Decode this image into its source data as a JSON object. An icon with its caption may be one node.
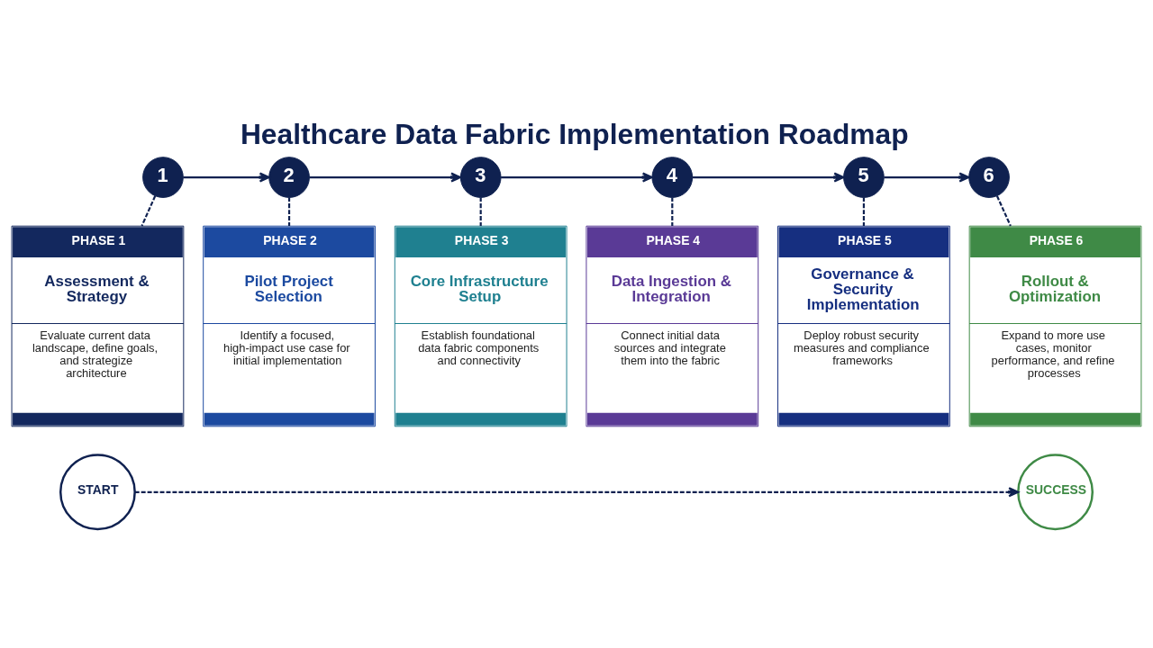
{
  "diagram": {
    "title": "Healthcare Data Fabric Implementation Roadmap",
    "nodes": [
      {
        "text": [
          "1"
        ]
      },
      {
        "text": [
          "2"
        ]
      },
      {
        "text": [
          "3"
        ]
      },
      {
        "text": [
          "4"
        ]
      },
      {
        "text": [
          "5"
        ]
      },
      {
        "text": [
          "6"
        ]
      },
      {
        "text": [
          "PHASE 1",
          "Assessment & Strategy",
          "Evaluate current data landscape, define goals, and strategize architecture"
        ]
      },
      {
        "text": [
          "PHASE 2",
          "Pilot Project Selection",
          "Identify a focused, high-impact use case for initial implementation"
        ]
      },
      {
        "text": [
          "PHASE 3",
          "Core Infrastructure Setup",
          "Establish foundational data fabric components and connectivity"
        ]
      },
      {
        "text": [
          "PHASE 4",
          "Data Ingestion & Integration",
          "Connect initial data sources and integrate them into the fabric"
        ]
      },
      {
        "text": [
          "PHASE 5",
          "Governance & Security Implementation",
          "Deploy robust security measures and compliance frameworks"
        ]
      },
      {
        "text": [
          "PHASE 6",
          "Rollout & Optimization",
          "Expand to more use cases, monitor performance, and refine processes"
        ]
      },
      {
        "text": [
          "START"
        ]
      },
      {
        "text": [
          "SUCCESS"
        ]
      }
    ],
    "edges": [
      {
        "from": 0,
        "to": 1,
        "arrow": "to"
      },
      {
        "from": 1,
        "to": 2,
        "arrow": "to"
      },
      {
        "from": 2,
        "to": 3,
        "arrow": "to"
      },
      {
        "from": 3,
        "to": 4,
        "arrow": "to"
      },
      {
        "from": 4,
        "to": 5,
        "arrow": "to"
      },
      {
        "from": 0,
        "to": 6,
        "arrow": "none",
        "style": "dashed"
      },
      {
        "from": 1,
        "to": 7,
        "arrow": "none",
        "style": "dashed"
      },
      {
        "from": 2,
        "to": 8,
        "arrow": "none",
        "style": "dashed"
      },
      {
        "from": 3,
        "to": 9,
        "arrow": "none",
        "style": "dashed"
      },
      {
        "from": 4,
        "to": 10,
        "arrow": "none",
        "style": "dashed"
      },
      {
        "from": 5,
        "to": 11,
        "arrow": "none",
        "style": "dashed"
      },
      {
        "from": 12,
        "to": 13,
        "arrow": "to",
        "style": "dashed"
      }
    ]
  }
}
